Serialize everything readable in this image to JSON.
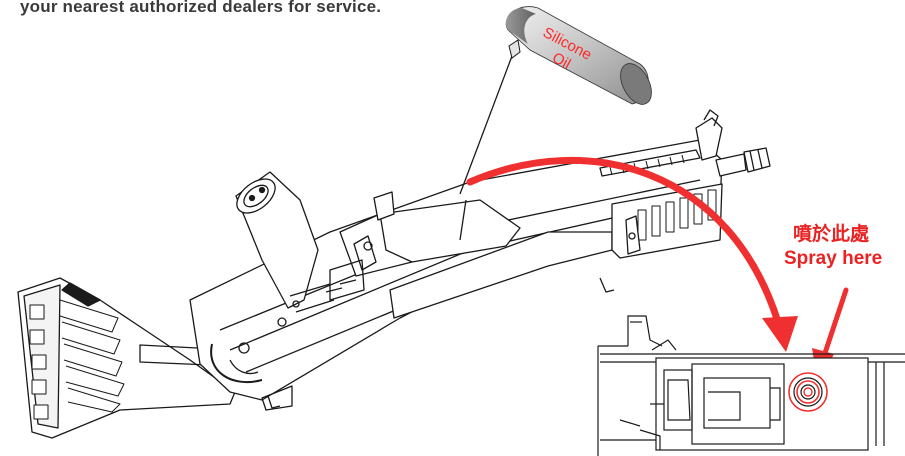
{
  "instruction": {
    "text": "your nearest authorized dealers for service."
  },
  "can": {
    "label_line1": "Silicone",
    "label_line2": "Oil"
  },
  "callout": {
    "label_zh": "噴於此處",
    "label_en": "Spray here"
  },
  "colors": {
    "arrow_red": "#f03030",
    "label_red": "#ec2222",
    "line": "#1a1a1a",
    "can_gray": "#bdbdbd"
  },
  "icons": [
    "rifle-drawing",
    "spray-can",
    "curved-arrow",
    "straight-arrow",
    "target-circle"
  ]
}
